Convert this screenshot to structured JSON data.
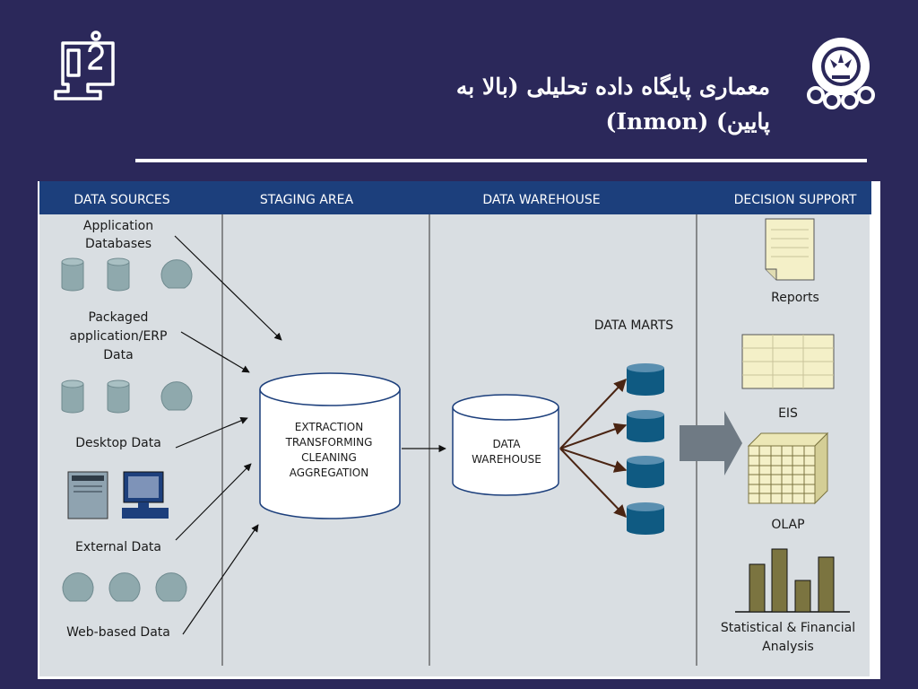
{
  "slide": {
    "title_line1": "معماری پایگاه داده تحلیلی (بالا به",
    "title_line2": "پایین",
    "title_line2_latin": "(Inmon)"
  },
  "columns": {
    "sources": "DATA SOURCES",
    "staging": "STAGING AREA",
    "warehouse": "DATA WAREHOUSE",
    "decision": "DECISION SUPPORT"
  },
  "sources": {
    "app_db_1": "Application",
    "app_db_2": "Databases",
    "erp_1": "Packaged",
    "erp_2": "application/ERP",
    "erp_3": "Data",
    "desktop": "Desktop Data",
    "external": "External Data",
    "web": "Web-based Data"
  },
  "staging": {
    "line1": "EXTRACTION",
    "line2": "TRANSFORMING",
    "line3": "CLEANING",
    "line4": "AGGREGATION"
  },
  "warehouse": {
    "line1": "DATA",
    "line2": "WAREHOUSE",
    "marts_label": "DATA MARTS"
  },
  "decision": {
    "reports": "Reports",
    "eis": "EIS",
    "olap": "OLAP",
    "stat_1": "Statistical & Financial",
    "stat_2": "Analysis"
  },
  "icons": {
    "logo_left": "computer-person-icon",
    "logo_right": "university-emblem-icon"
  },
  "colors": {
    "background": "#2b285a",
    "header_bar": "#1c3f7c",
    "panel": "#d9dee2",
    "mart": "#0f5a82",
    "arrow_big": "#6f7a84",
    "bar": "#7b7440"
  }
}
